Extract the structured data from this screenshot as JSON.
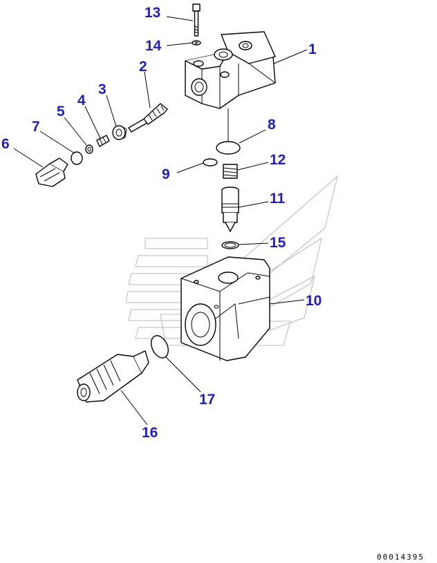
{
  "callouts": {
    "c1": "1",
    "c2": "2",
    "c3": "3",
    "c4": "4",
    "c5": "5",
    "c6": "6",
    "c7": "7",
    "c8": "8",
    "c9": "9",
    "c10": "10",
    "c11": "11",
    "c12": "12",
    "c13": "13",
    "c14": "14",
    "c15": "15",
    "c16": "16",
    "c17": "17"
  },
  "document_id": "00014395",
  "colors": {
    "callout": "#1c1ccc",
    "line": "#000000",
    "watermark": "#b8b8b8"
  }
}
